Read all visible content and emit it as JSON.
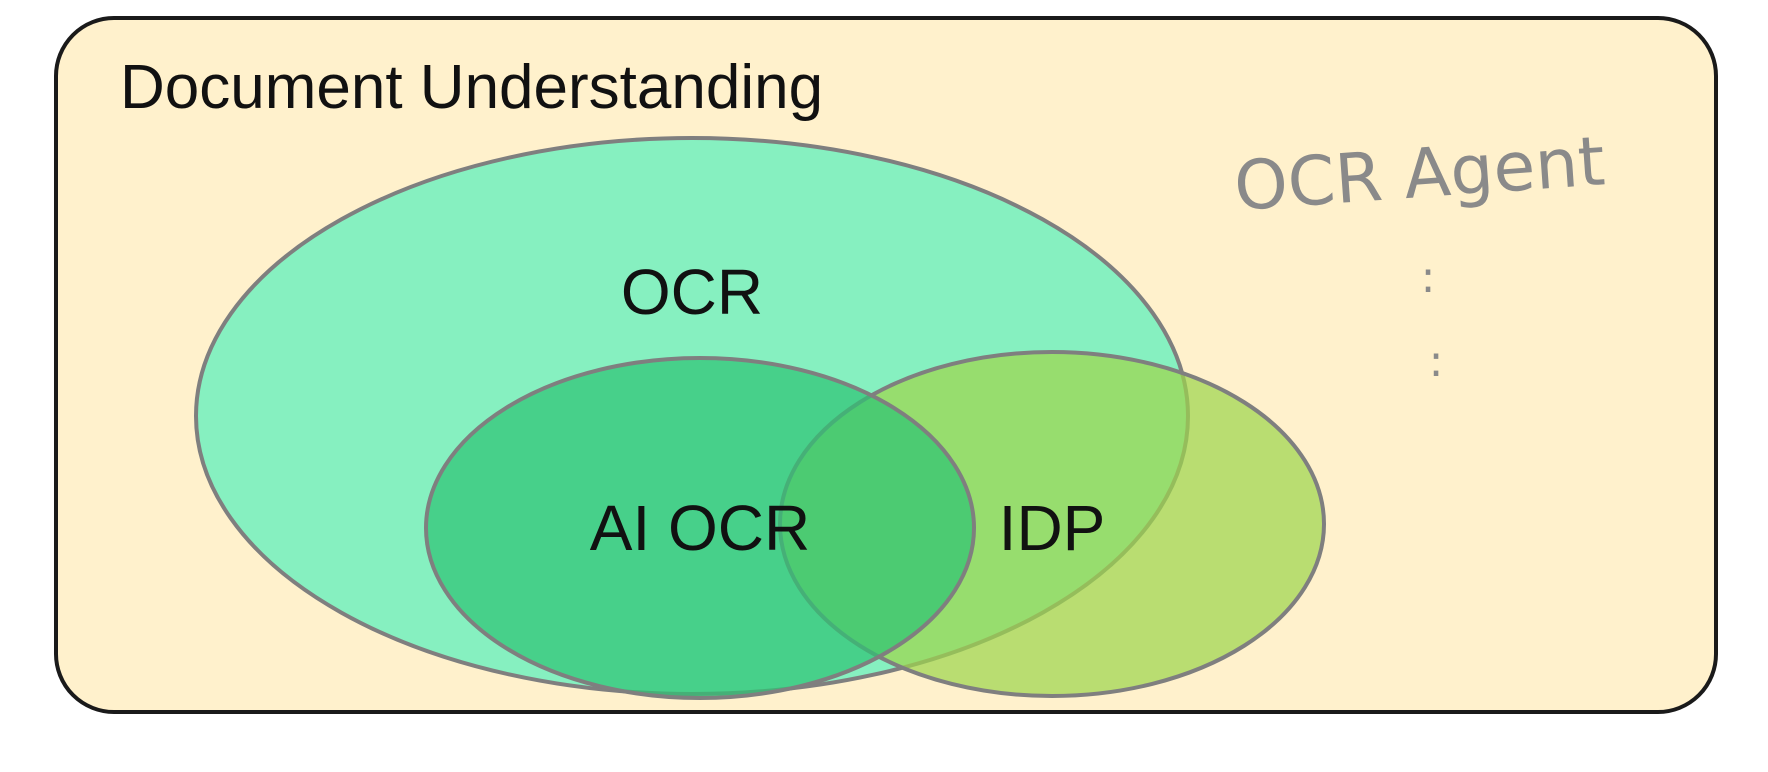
{
  "diagram": {
    "title": "Document Understanding",
    "sets": {
      "ocr": {
        "label": "OCR"
      },
      "ai_ocr": {
        "label": "AI OCR"
      },
      "idp": {
        "label": "IDP"
      }
    },
    "side_label": "OCR Agent",
    "continuation_mark": ":",
    "colors": {
      "container_fill": "#fff1cc",
      "container_stroke": "#1a1a1a",
      "ocr_fill": "#86f0c0",
      "ai_ocr_fill": "#3fcf83",
      "idp_fill": "#9ed64e",
      "outline": "#7f7f7f",
      "side_text": "#8a8a8a"
    }
  }
}
